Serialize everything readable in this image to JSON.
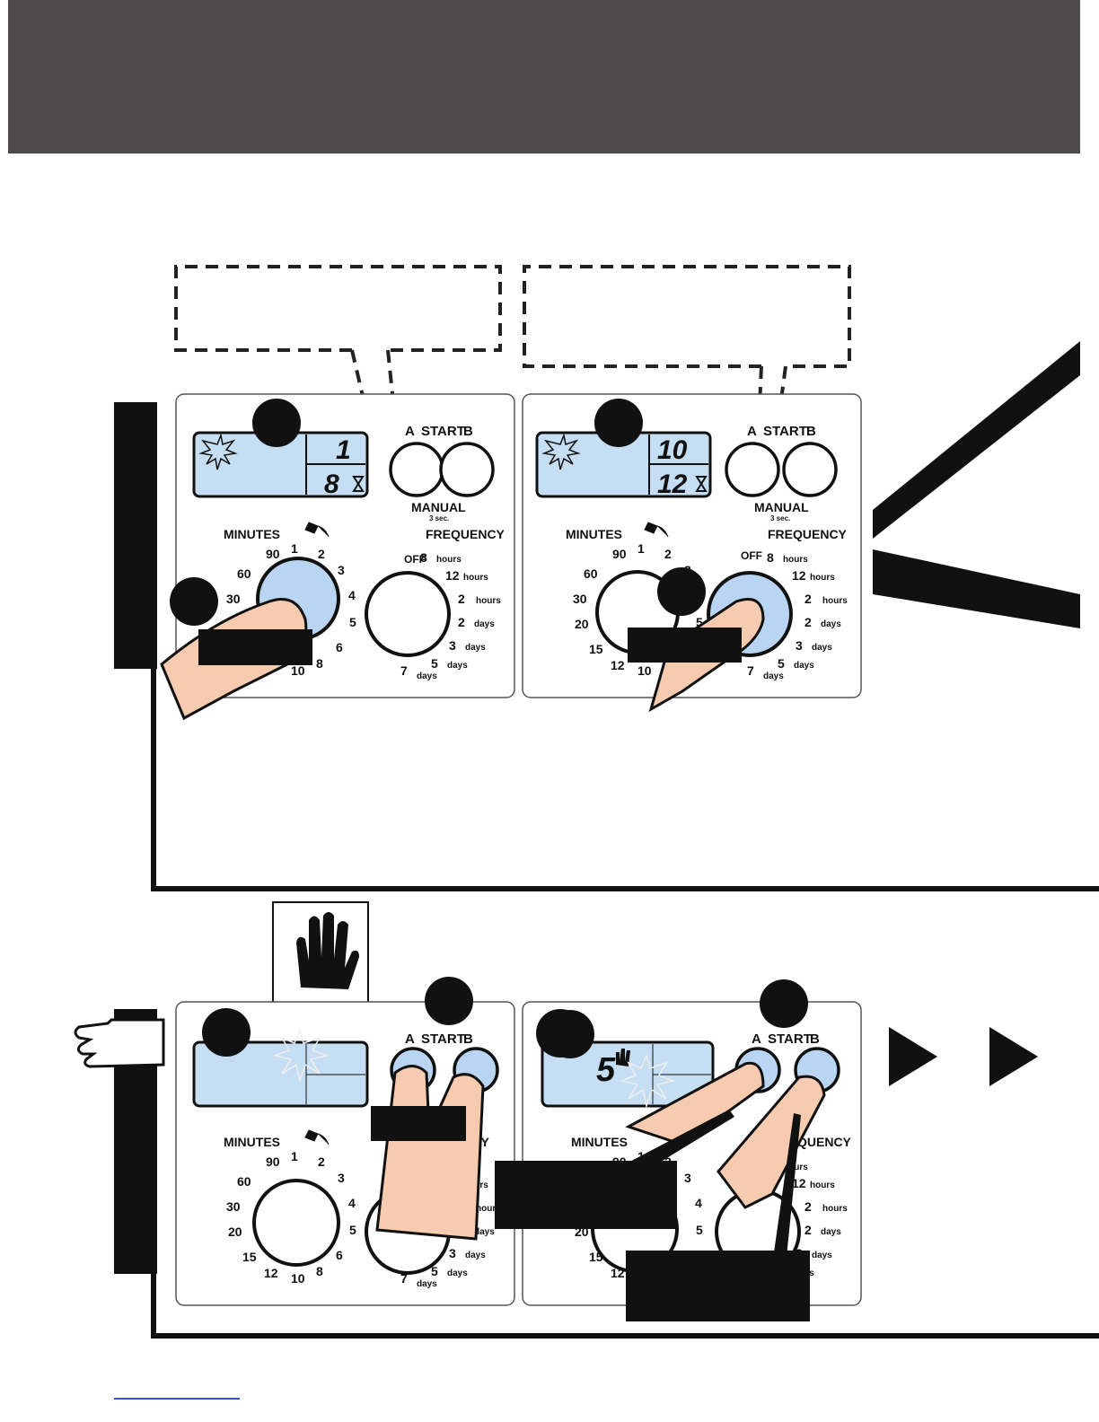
{
  "colors": {
    "header": "#4d4b4c",
    "lcd": "#c5def3",
    "dial_highlight": "#b9d5f2",
    "skin": "#f7cbb0",
    "ink": "#111111",
    "link": "#3355cc"
  },
  "icons": [
    "hand-stop-icon",
    "hand-point-icon",
    "hourglass-icon",
    "watering-can-icon",
    "play-arrow-icon",
    "starburst-icon"
  ],
  "labels": {
    "a": "A",
    "start": "START",
    "b": "B",
    "manual": "MANUAL",
    "three_sec": "3 sec.",
    "minutes": "MINUTES",
    "frequency": "FREQUENCY",
    "off": "OFF"
  },
  "minutes_scale": [
    "90",
    "1",
    "2",
    "3",
    "4",
    "5",
    "6",
    "8",
    "10",
    "12",
    "15",
    "20",
    "30",
    "60"
  ],
  "frequency_scale": {
    "numbers": [
      "8",
      "12",
      "2",
      "2",
      "3",
      "5",
      "7"
    ],
    "units": [
      "hours",
      "hours",
      "hours",
      "days",
      "days",
      "days",
      "days"
    ]
  },
  "panel1": {
    "lcd_top": "1",
    "lcd_bottom": "8"
  },
  "panel2": {
    "lcd_top": "10",
    "lcd_bottom": "12"
  },
  "panel4": {
    "lcd_digit": "5"
  }
}
